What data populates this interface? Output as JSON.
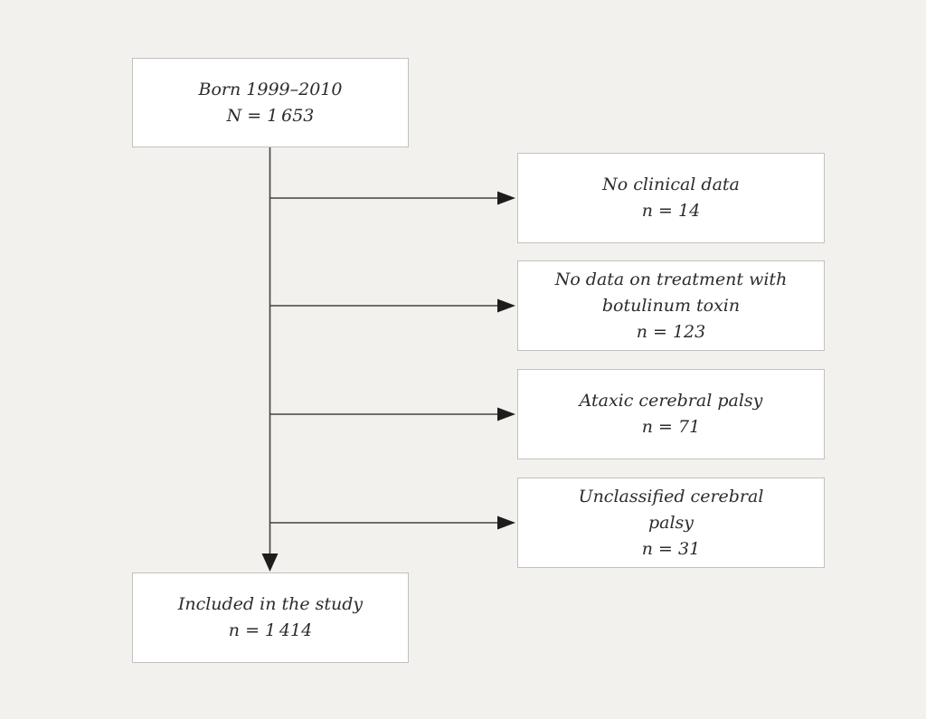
{
  "figure": {
    "type": "study-flow-diagram"
  },
  "colors": {
    "background": "#f2f1ee",
    "box_fill": "#ffffff",
    "box_border": "#c2c1bf",
    "connector_line": "#434240",
    "arrowhead": "#1e1d1b",
    "text": "#2d2c2a"
  },
  "nodes": {
    "start": {
      "label": "Born 1999–2010",
      "count": "N = 1 653"
    },
    "exclusions": [
      {
        "label": "No clinical data",
        "count": "n = 14"
      },
      {
        "label": "No data on treatment with botulinum toxin",
        "count": "n = 123"
      },
      {
        "label": "Ataxic cerebral palsy",
        "count": "n = 71"
      },
      {
        "label": "Unclassified cerebral palsy",
        "count": "n = 31"
      }
    ],
    "included": {
      "label": "Included in the study",
      "count": "n = 1 414"
    }
  }
}
